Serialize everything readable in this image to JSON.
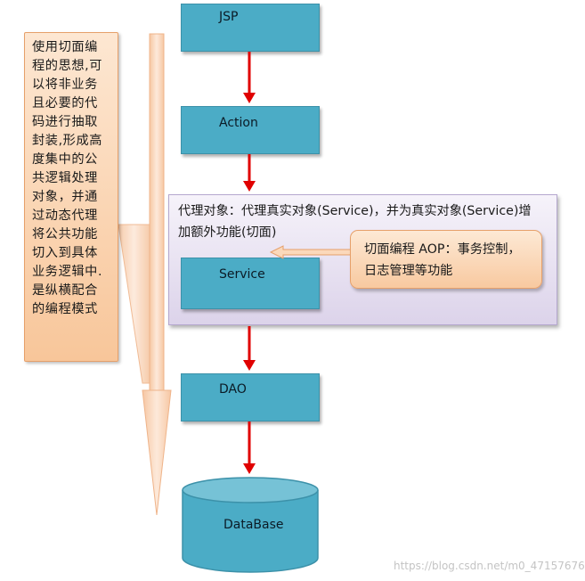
{
  "left_note": {
    "text": "使用切面编\n程的思想,可\n以将非业务\n且必要的代\n码进行抽取\n封装,形成高\n度集中的公\n共逻辑处理\n对象，并通\n过动态代理\n将公共功能\n切入到具体\n业务逻辑中.\n是纵横配合\n的编程模式"
  },
  "layers": {
    "jsp": "JSP",
    "action": "Action",
    "service": "Service",
    "dao": "DAO",
    "database": "DataBase"
  },
  "proxy": {
    "line1": "代理对象：代理真实对象(Service)，并为真实对象(Service)增",
    "line2": "加额外功能(切面)"
  },
  "aop": {
    "text": "切面编程 AOP：事务控制，\n日志管理等功能"
  },
  "colors": {
    "layer_box": "#4bacc6",
    "arrow": "#e00000",
    "note_fill": "#f8c69a",
    "proxy_fill": "#dcd3ea"
  },
  "watermark": "https://blog.csdn.net/m0_47157676"
}
